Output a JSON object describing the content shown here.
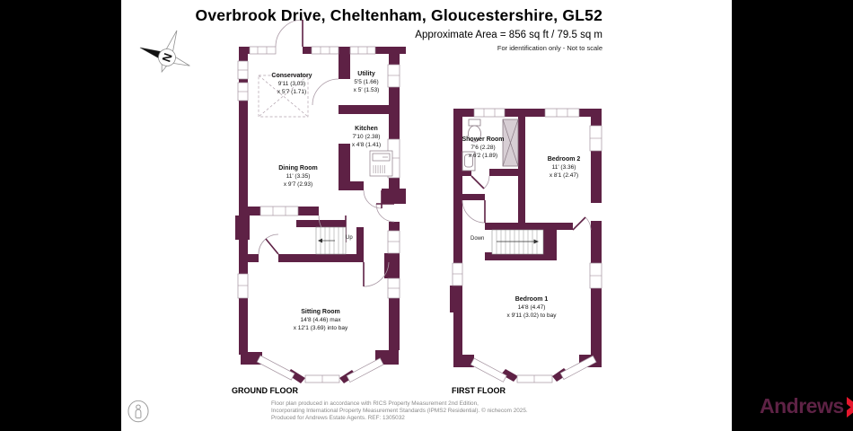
{
  "page": {
    "title": "Overbrook Drive, Cheltenham, Gloucestershire, GL52",
    "area_line": "Approximate Area = 856 sq ft / 79.5 sq m",
    "disclaimer": "For identification only - Not to scale"
  },
  "floors": {
    "ground_label": "GROUND FLOOR",
    "first_label": "FIRST FLOOR"
  },
  "rooms": {
    "conservatory": {
      "name": "Conservatory",
      "dim1": "9'11 (3.03)",
      "dim2": "x 5'7 (1.71)"
    },
    "utility": {
      "name": "Utility",
      "dim1": "5'5 (1.66)",
      "dim2": "x 5' (1.53)"
    },
    "kitchen": {
      "name": "Kitchen",
      "dim1": "7'10 (2.38)",
      "dim2": "x 4'8 (1.41)"
    },
    "dining": {
      "name": "Dining Room",
      "dim1": "11' (3.35)",
      "dim2": "x 9'7 (2.93)"
    },
    "sitting": {
      "name": "Sitting Room",
      "dim1": "14'8 (4.46) max",
      "dim2": "x 12'1 (3.69) into bay"
    },
    "shower": {
      "name": "Shower Room",
      "dim1": "7'6 (2.28)",
      "dim2": "x 6'2 (1.89)"
    },
    "bedroom2": {
      "name": "Bedroom 2",
      "dim1": "11' (3.36)",
      "dim2": "x 8'1 (2.47)"
    },
    "bedroom1": {
      "name": "Bedroom 1",
      "dim1": "14'8 (4.47)",
      "dim2": "x 9'11 (3.02) to bay"
    }
  },
  "stairs": {
    "up": "Up",
    "down": "Down"
  },
  "compass": {
    "letter": "N"
  },
  "footer": {
    "line1": "Floor plan produced in accordance with RICS Property Measurement 2nd Edition,",
    "line2": "Incorporating International Property Measurement Standards (IPMS2 Residential).   © nichecom 2025.",
    "line3": "Produced for Andrews Estate Agents.   REF: 1305032"
  },
  "brand": {
    "name": "Andrews"
  },
  "colors": {
    "wall": "#5e2145",
    "thin_line": "#a4939f",
    "brand_red": "#e5172d",
    "brand_maroon": "#5e2245"
  }
}
